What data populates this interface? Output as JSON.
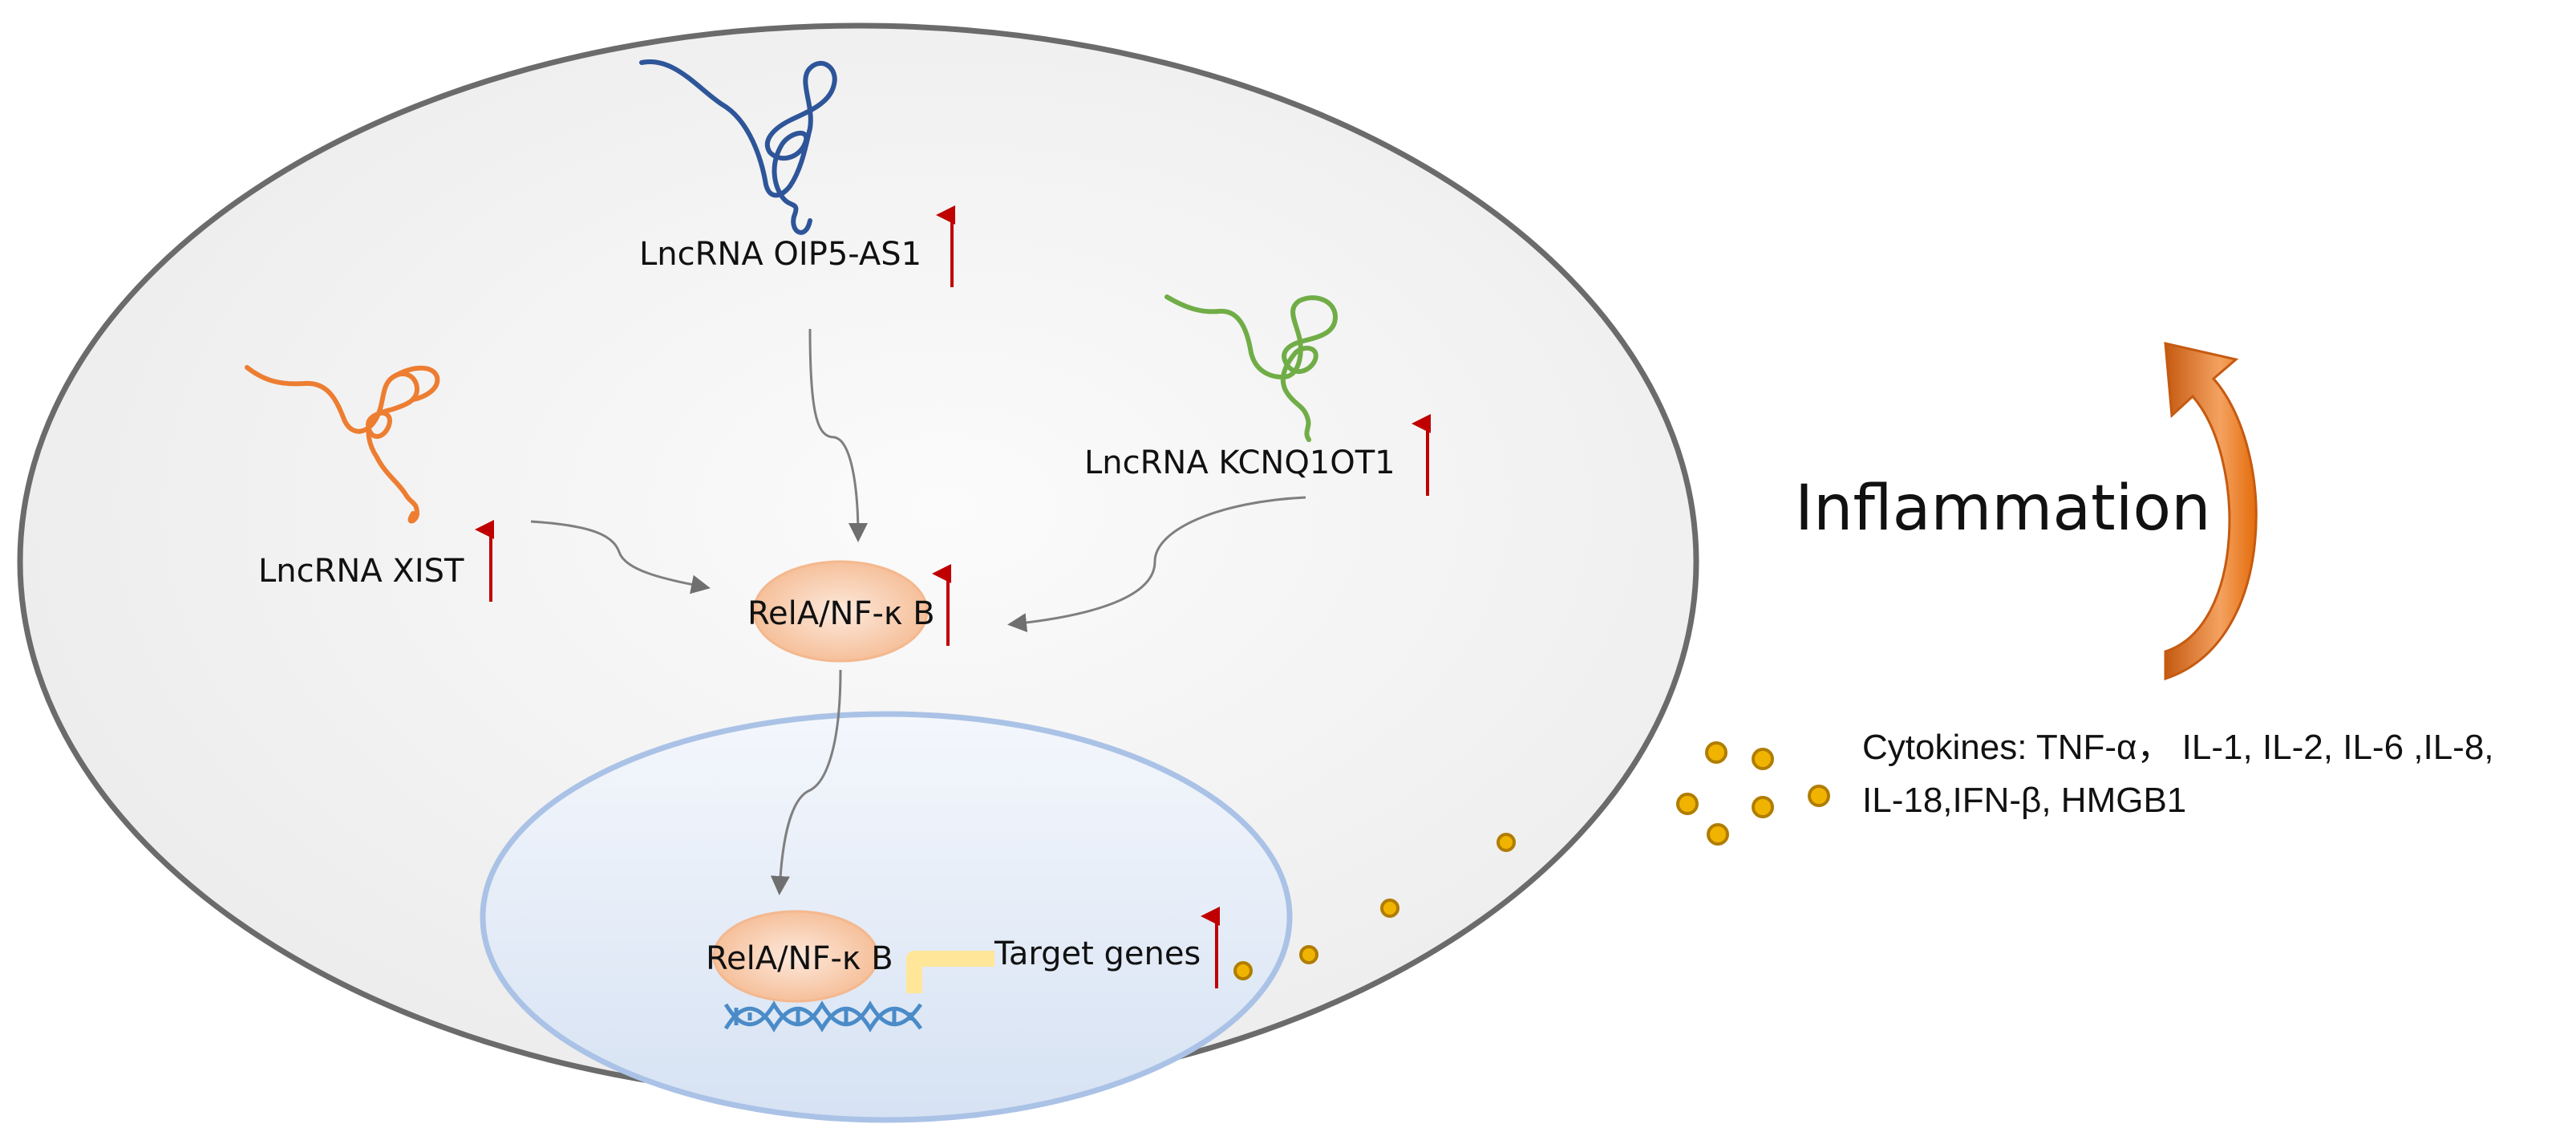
{
  "labels": {
    "oip5": "LncRNA OIP5-AS1",
    "xist": "LncRNA XIST",
    "kcnq": "LncRNA KCNQ1OT1",
    "rela_cyto": "RelA/NF-κ B",
    "rela_nucleus": "RelA/NF-κ B",
    "target_genes": "Target genes",
    "inflammation": "Inflammation",
    "cytokines_line1": "Cytokines: TNF-α， IL-1, IL-2, IL-6 ,IL-8,",
    "cytokines_line2": "IL-18,IFN-β, HMGB1"
  },
  "colors": {
    "cell_membrane": "#6b6b6b",
    "cell_fill": "#f2f2f2",
    "nucleus_stroke": "#aac2e6",
    "nucleus_fill": "#e2eaf6",
    "oip5_rna": "#2e5599",
    "xist_rna": "#ed7d31",
    "kcnq_rna": "#70ad47",
    "up_arrow": "#c00000",
    "pathway_arrow": "#7f7f7f",
    "protein_fill": "#f8cbad",
    "dna": "#4a8bc8",
    "link_bar": "#ffe699",
    "cytokine_dot": "#f0b400",
    "inflammation_arrow": "#e46c0a"
  }
}
